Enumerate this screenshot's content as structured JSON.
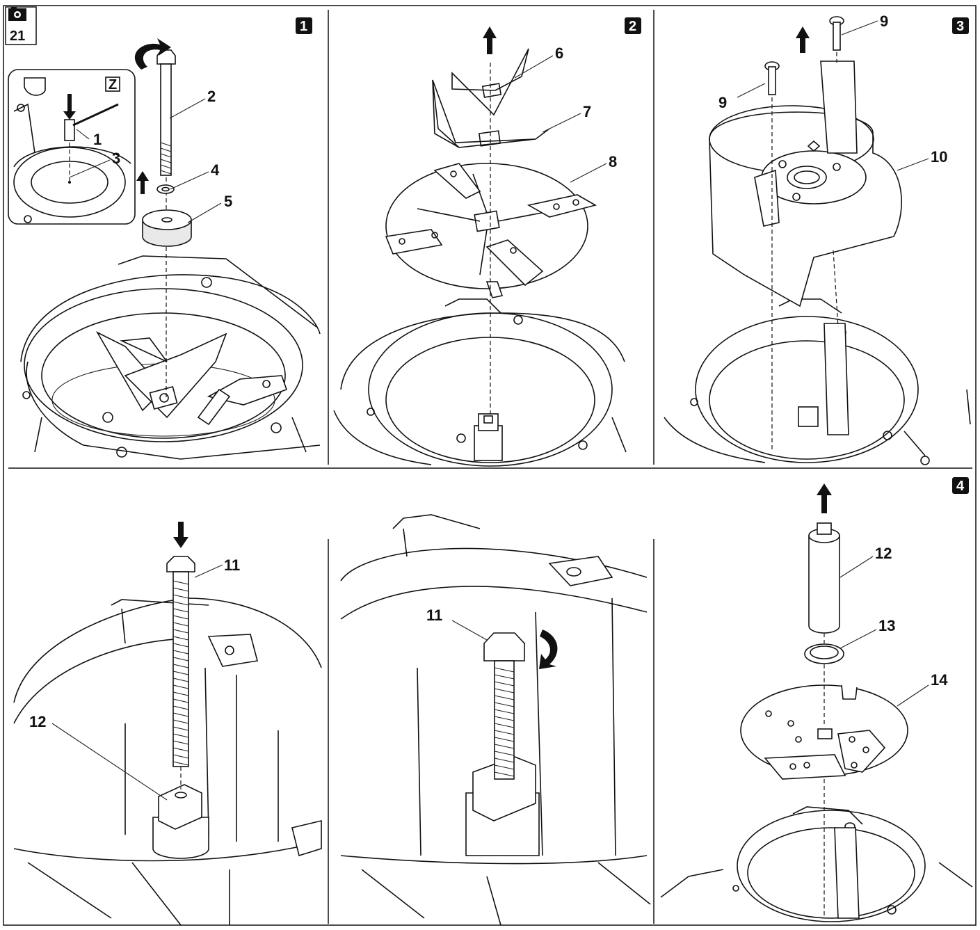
{
  "figure": {
    "number": "21",
    "camera_icon": "camera-icon",
    "detail_marker": "Z"
  },
  "steps": [
    "1",
    "2",
    "3",
    "4"
  ],
  "labels": {
    "p1_1": "1",
    "p1_2": "2",
    "p1_3": "3",
    "p1_4": "4",
    "p1_5": "5",
    "p2_6": "6",
    "p2_7": "7",
    "p2_8": "8",
    "p3_9a": "9",
    "p3_9b": "9",
    "p3_10": "10",
    "p4_11a": "11",
    "p4_12a": "12",
    "p5_11": "11",
    "p6_12": "12",
    "p6_13": "13",
    "p6_14": "14"
  }
}
